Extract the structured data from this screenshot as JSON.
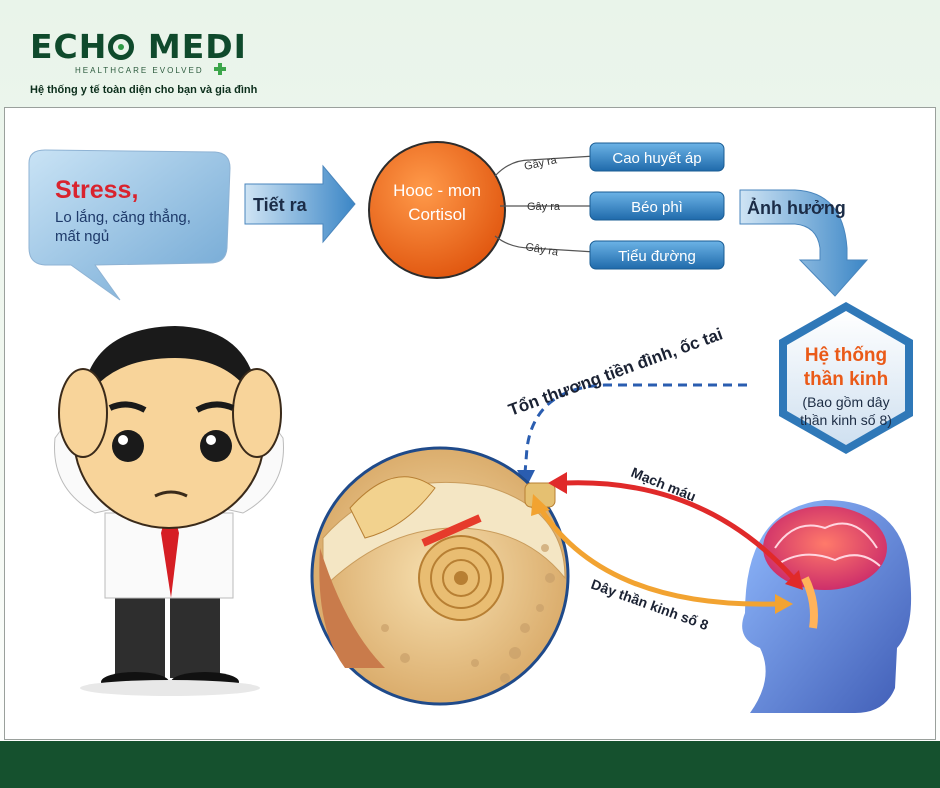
{
  "brand": {
    "name_part1": "ECH",
    "name_part2": "MEDI",
    "tagline": "HEALTHCARE EVOLVED",
    "subtitle": "Hệ thống y tế toàn diện cho bạn và gia đình"
  },
  "diagram": {
    "stress_title": "Stress,",
    "stress_line1": "Lo lắng, căng thẳng,",
    "stress_line2": "mất ngủ",
    "secrete_label": "Tiết ra",
    "hormone_line1": "Hooc - mon",
    "hormone_line2": "Cortisol",
    "cause_label": "Gây ra",
    "effects": [
      "Cao huyết áp",
      "Béo phì",
      "Tiểu đường"
    ],
    "affect_label": "Ảnh hưởng",
    "nervous_line1": "Hệ thống",
    "nervous_line2": "thần kinh",
    "nervous_line3": "(Bao gồm dây",
    "nervous_line4": "thần kinh số 8)",
    "damage_label": "Tổn thương tiền đình, ốc tai",
    "vessel_label": "Mạch máu",
    "nerve8_label": "Dây thần kinh số 8"
  },
  "colors": {
    "brand_green": "#0f4a2c",
    "accent_green": "#3ba54a",
    "footer_green": "#15512e",
    "hormone_orange": "#f26a1b",
    "pill_blue": "#2f7fc1",
    "hex_blue": "#2f78b8",
    "arrow_red": "#e02a2a",
    "arrow_orange": "#f2a331"
  }
}
